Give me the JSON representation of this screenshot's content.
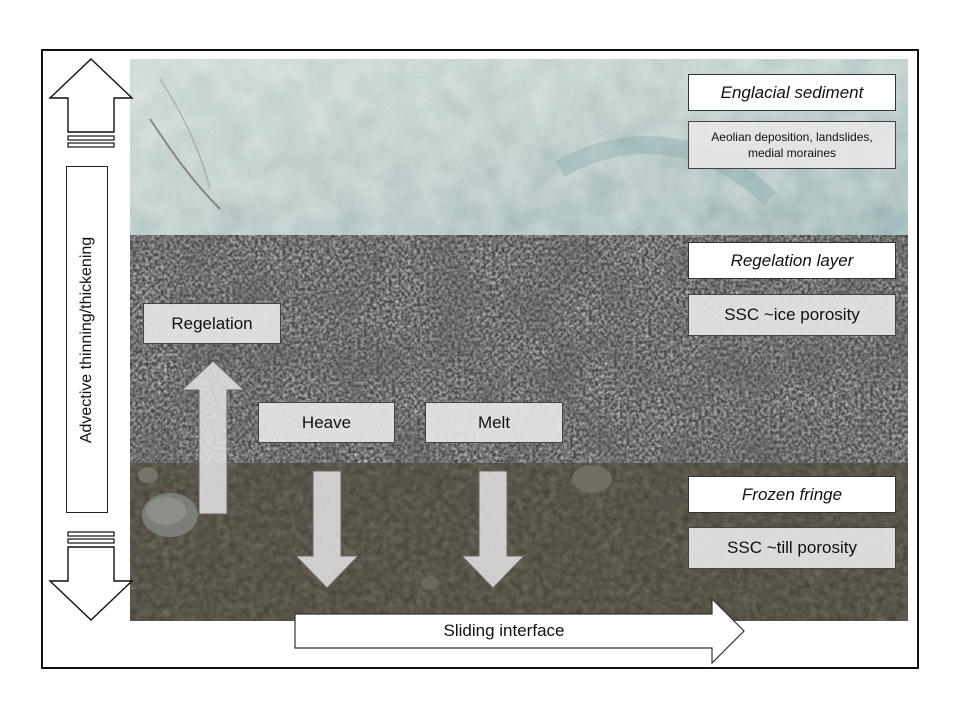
{
  "layers": {
    "englacial": {
      "title": "Englacial sediment",
      "description": "Aeolian deposition, landslides, medial moraines"
    },
    "regelation": {
      "title": "Regelation layer",
      "description": "SSC ~ice porosity"
    },
    "frozen_fringe": {
      "title": "Frozen fringe",
      "description": "SSC ~till porosity"
    }
  },
  "processes": {
    "regelation": "Regelation",
    "heave": "Heave",
    "melt": "Melt"
  },
  "vertical_label": "Advective thinning/thickening",
  "sliding_label": "Sliding interface",
  "colors": {
    "ice": "#aec4c2",
    "regelation_layer": "#4a4a4a",
    "frozen_fringe_layer": "#3a352d",
    "box_grey": "#e6e6e6"
  }
}
